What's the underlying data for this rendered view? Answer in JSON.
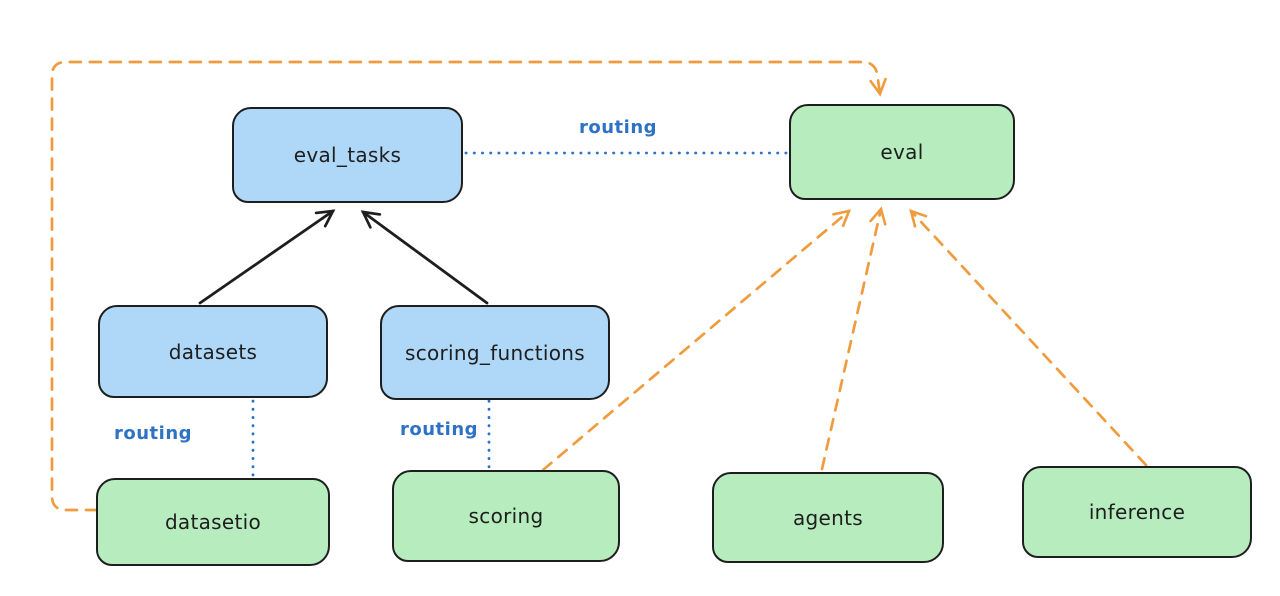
{
  "diagram": {
    "nodes": [
      {
        "id": "eval_tasks",
        "label": "eval_tasks",
        "fill": "#aed7f8",
        "column": "registry"
      },
      {
        "id": "eval",
        "label": "eval",
        "fill": "#b7edbe",
        "column": "api"
      },
      {
        "id": "datasets",
        "label": "datasets",
        "fill": "#aed7f8",
        "column": "registry"
      },
      {
        "id": "scoring_functions",
        "label": "scoring_functions",
        "fill": "#aed7f8",
        "column": "registry"
      },
      {
        "id": "datasetio",
        "label": "datasetio",
        "fill": "#b7edbe",
        "column": "api"
      },
      {
        "id": "scoring",
        "label": "scoring",
        "fill": "#b7edbe",
        "column": "api"
      },
      {
        "id": "agents",
        "label": "agents",
        "fill": "#b7edbe",
        "column": "api"
      },
      {
        "id": "inference",
        "label": "inference",
        "fill": "#b7edbe",
        "column": "api"
      }
    ],
    "edges": [
      {
        "from": "datasets",
        "to": "eval_tasks",
        "style": "solid",
        "arrow": true,
        "color": "#1e1e1e",
        "label": ""
      },
      {
        "from": "scoring_functions",
        "to": "eval_tasks",
        "style": "solid",
        "arrow": true,
        "color": "#1e1e1e",
        "label": ""
      },
      {
        "from": "eval_tasks",
        "to": "eval",
        "style": "dotted",
        "arrow": false,
        "color": "#2e72c6",
        "label": "routing"
      },
      {
        "from": "datasets",
        "to": "datasetio",
        "style": "dotted",
        "arrow": false,
        "color": "#2e72c6",
        "label": "routing"
      },
      {
        "from": "scoring_functions",
        "to": "scoring",
        "style": "dotted",
        "arrow": false,
        "color": "#2e72c6",
        "label": "routing"
      },
      {
        "from": "datasetio",
        "to": "eval",
        "style": "dashed",
        "arrow": true,
        "color": "#f09c3e",
        "label": ""
      },
      {
        "from": "scoring",
        "to": "eval",
        "style": "dashed",
        "arrow": true,
        "color": "#f09c3e",
        "label": ""
      },
      {
        "from": "agents",
        "to": "eval",
        "style": "dashed",
        "arrow": true,
        "color": "#f09c3e",
        "label": ""
      },
      {
        "from": "inference",
        "to": "eval",
        "style": "dashed",
        "arrow": true,
        "color": "#f09c3e",
        "label": ""
      }
    ],
    "edge_labels": {
      "eval_tasks_to_eval": "routing",
      "datasets_to_datasetio": "routing",
      "scoring_functions_to_scoring": "routing"
    }
  },
  "colors": {
    "background": "#ffffff",
    "node_fill_blue": "#aed7f8",
    "node_fill_green": "#b7edbe",
    "node_border": "#1e1e1e",
    "routing_blue": "#2e72c6",
    "provider_orange": "#f09c3e"
  }
}
